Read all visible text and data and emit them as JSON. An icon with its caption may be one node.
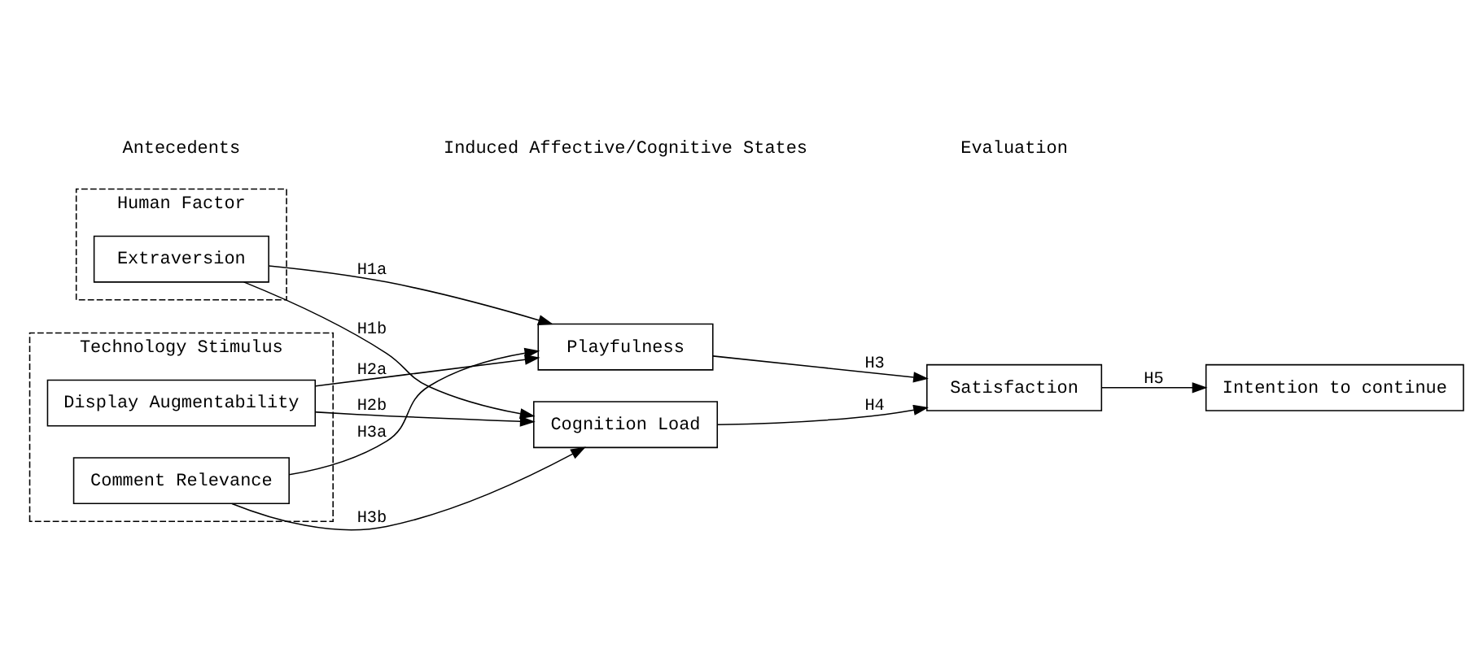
{
  "diagram": {
    "nodes": [
      {
        "text": [
          "Human Factor"
        ]
      },
      {
        "text": [
          "Extraversion"
        ],
        "in": 0
      },
      {
        "text": [
          "Technology Stimulus"
        ]
      },
      {
        "text": [
          "Display Augmentability"
        ],
        "in": 2
      },
      {
        "text": [
          "Comment Relevance"
        ],
        "in": 2
      },
      {
        "text": [
          "Playfulness"
        ]
      },
      {
        "text": [
          "Cognition Load"
        ]
      },
      {
        "text": [
          "Satisfaction"
        ]
      },
      {
        "text": [
          "Intention to continue"
        ]
      }
    ],
    "edges": [
      {
        "from": 1,
        "to": 5,
        "arrow": "to",
        "label": "H1a"
      },
      {
        "from": 1,
        "to": 6,
        "arrow": "to",
        "label": "H1b"
      },
      {
        "from": 3,
        "to": 5,
        "arrow": "to",
        "label": "H2a"
      },
      {
        "from": 3,
        "to": 6,
        "arrow": "to",
        "label": "H2b"
      },
      {
        "from": 4,
        "to": 5,
        "arrow": "to",
        "label": "H3a"
      },
      {
        "from": 4,
        "to": 6,
        "arrow": "to",
        "label": "H3b"
      },
      {
        "from": 5,
        "to": 7,
        "arrow": "to",
        "label": "H3"
      },
      {
        "from": 6,
        "to": 7,
        "arrow": "to",
        "label": "H4"
      },
      {
        "from": 7,
        "to": 8,
        "arrow": "to",
        "label": "H5"
      }
    ],
    "labels": [
      "Antecedents",
      "Induced Affective/Cognitive States",
      "Evaluation"
    ]
  }
}
